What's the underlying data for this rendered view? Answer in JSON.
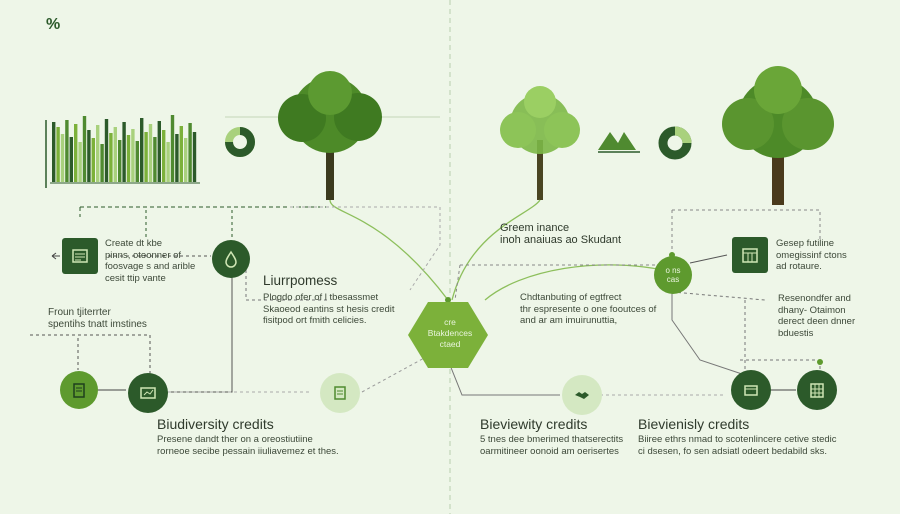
{
  "logo_text": "%",
  "left_title": "Biudiversity credits",
  "left_text": "Presene dandt ther on a oreostiutiine\nrorneoe secibe pessain iiuliavemez et thes.",
  "center_left_title": "Liurrpomess",
  "center_left_text": "Plogdo ofer of l tbesassmet\nSkaoeod eantins st hesis credit\nfisitpod ort fmith celicies.",
  "top_left_box_text": "Create dt kbe\npinns, oteonner of\nfoosvage s and arible\ncesit ttip vante",
  "left_mid_text": "Froun tjiterrter\nspentihs tnatt imstines",
  "hub_text": "cre\nBtakdences\nctaed",
  "center_right_top_text": "Greem inance\ninoh anaiuas ao Skudant",
  "center_right_mid_text": "Chdtanbuting of egtfrect\nthr espresente o one fooutces of\nand ar am imuirunuttia,",
  "bottom_mid_title": "Bieviewity credits",
  "bottom_mid_text": "5 tnes dee bmerimed thatserectits\noarmitineer oonoid am oerisertes",
  "bottom_right_title": "Bievienisly credits",
  "bottom_right_text": "Biiree ethrs nmad to scotenlincere cetive stedic\nci dsesen, fo sen adsiatl odeert bedabild sks.",
  "right_top_text": "Gesep futiline\nomegissinf ctons\nad rotaure.",
  "right_mid_text": "Resenondfer and\ndhany- Otaimon\nderect deen dnner\nbduestis",
  "right_node_text": "o ns\ncas",
  "colors": {
    "dark_green": "#2c5a2a",
    "mid_green": "#5e9a2e",
    "light_green": "#a9d17d",
    "pale_green": "#d4e8c2",
    "background": "#eef6e8"
  }
}
